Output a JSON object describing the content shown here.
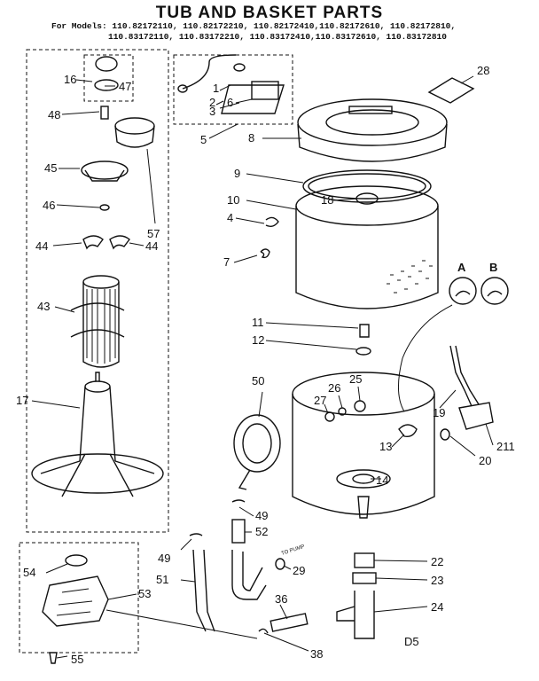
{
  "title": "TUB AND BASKET PARTS",
  "models_line1": "For Models: 110.82172110, 110.82172210, 110.82172410,110.82172610, 110.82172810,",
  "models_line2": "110.83172110, 110.83172210, 110.83172410,110.83172610, 110.83172810",
  "labels": {
    "p1": "1",
    "p2": "2",
    "p3": "3",
    "p4": "4",
    "p5": "5",
    "p6": "6",
    "p7": "7",
    "p8": "8",
    "p9": "9",
    "p10": "10",
    "p11": "11",
    "p12": "12",
    "p13": "13",
    "p14": "14",
    "p16": "16",
    "p17": "17",
    "p18": "18",
    "p19": "19",
    "p20": "20",
    "p22": "22",
    "p23": "23",
    "p24": "24",
    "p25": "25",
    "p26": "26",
    "p27": "27",
    "p28": "28",
    "p29": "29",
    "p36": "36",
    "p38": "38",
    "p43": "43",
    "p44l": "44",
    "p44r": "44",
    "p45": "45",
    "p46": "46",
    "p47": "47",
    "p48": "48",
    "p49a": "49",
    "p49b": "49",
    "p50": "50",
    "p51": "51",
    "p52": "52",
    "p53": "53",
    "p54": "54",
    "p55": "55",
    "p57": "57",
    "p211": "211",
    "callout_a": "A",
    "callout_b": "B",
    "to_pump": "TO PUMP",
    "code": "D5"
  }
}
